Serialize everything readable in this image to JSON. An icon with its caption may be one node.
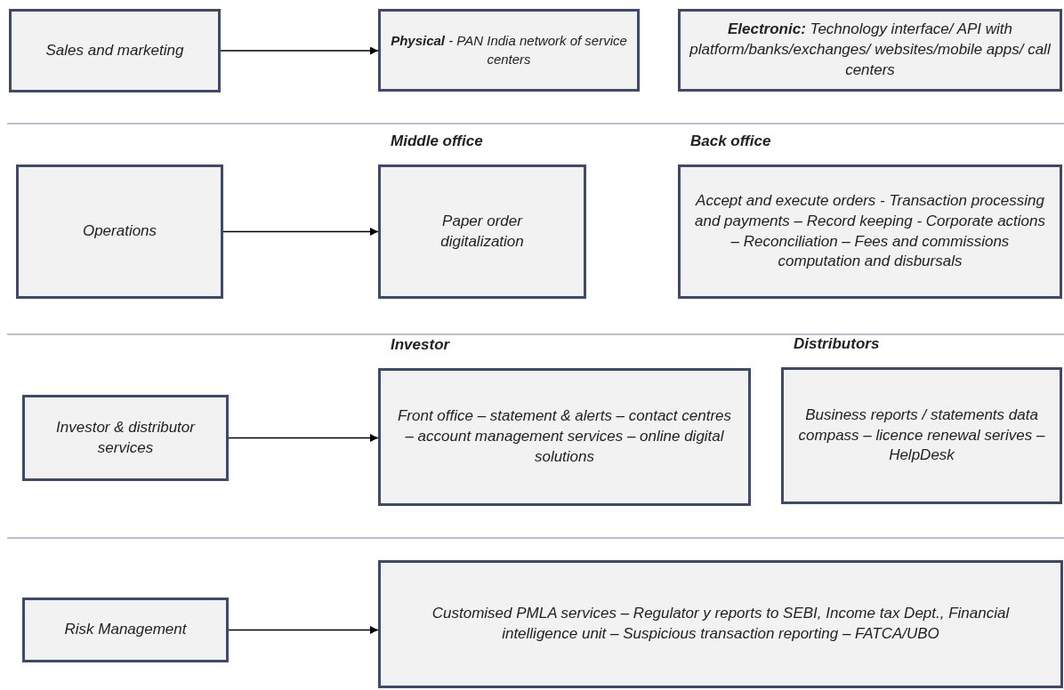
{
  "diagram": {
    "nodes": [
      {
        "text": [
          "Sales and marketing"
        ]
      },
      {
        "text": [
          "**Physical**  - PAN India network of service centers"
        ]
      },
      {
        "text": [
          "**Electronic:** Technology interface/ API with platform/banks/exchanges/ websites/mobile apps/ call centers"
        ]
      },
      {
        "text": [
          "Operations"
        ]
      },
      {
        "text": [
          "Middle office",
          "Paper order digitalization"
        ]
      },
      {
        "text": [
          "Back office",
          "Accept and execute orders  - Transaction processing and payments – Record keeping  - Corporate actions – Reconciliation – Fees and commissions computation and disbursals"
        ]
      },
      {
        "text": [
          "Investor & distributor services"
        ]
      },
      {
        "text": [
          "Investor",
          "Front office – statement & alerts – contact centres – account management services – online digital solutions"
        ]
      },
      {
        "text": [
          "Distributors",
          "Business reports / statements data compass – licence renewal serives – HelpDesk"
        ]
      },
      {
        "text": [
          "Risk Management"
        ]
      },
      {
        "text": [
          "Customised PMLA services – Regulator y reports to SEBI, Income tax Dept., Financial intelligence unit – Suspicious transaction reporting – FATCA/UBO"
        ]
      }
    ],
    "edges": [
      {
        "from": 0,
        "to": 1,
        "arrow": "to"
      },
      {
        "from": 3,
        "to": 4,
        "arrow": "to"
      },
      {
        "from": 6,
        "to": 7,
        "arrow": "to"
      },
      {
        "from": 9,
        "to": 10,
        "arrow": "to"
      }
    ]
  }
}
